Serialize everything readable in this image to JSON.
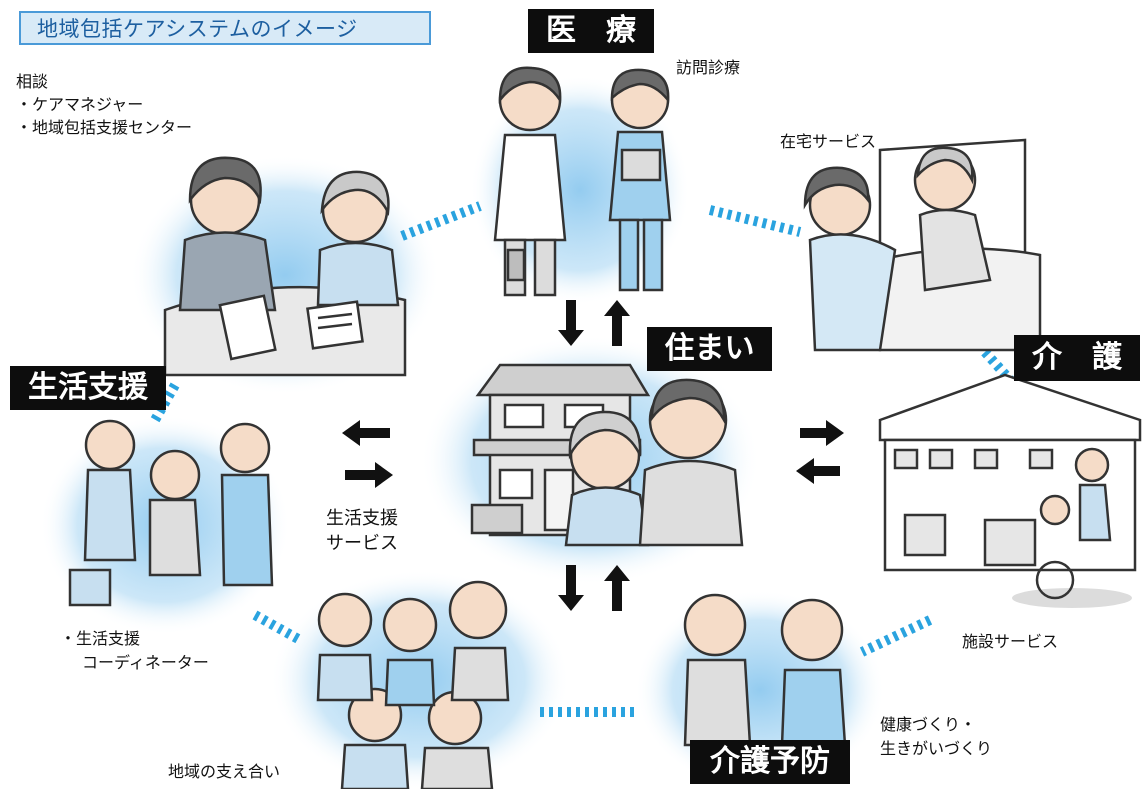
{
  "title": "地域包括ケアシステムのイメージ",
  "nodes": {
    "medical": {
      "label": "医　療",
      "sub": "訪問診療"
    },
    "housing": {
      "label": "住まい"
    },
    "care": {
      "label": "介　護",
      "home_service": "在宅サービス",
      "facility_service": "施設サービス"
    },
    "life_support": {
      "label": "生活支援",
      "service": [
        "生活支援",
        "サービス"
      ]
    },
    "prevention": {
      "label": "介護予防",
      "health": [
        "健康づくり・",
        "生きがいづくり"
      ]
    },
    "community": {
      "caption": "地域の支え合い"
    },
    "consultation": {
      "heading": "相談",
      "items": [
        "ケアマネジャー",
        "地域包括支援センター"
      ]
    },
    "coordinator": {
      "items": [
        "生活支援",
        "コーディネーター"
      ]
    }
  },
  "colors": {
    "title_bg": "#d8eaf7",
    "title_border": "#4a9ad8",
    "title_text": "#1d5fa0",
    "glow": "#8ec9ef",
    "dash": "#2aa3df",
    "label_bg": "#0d0d0d"
  }
}
